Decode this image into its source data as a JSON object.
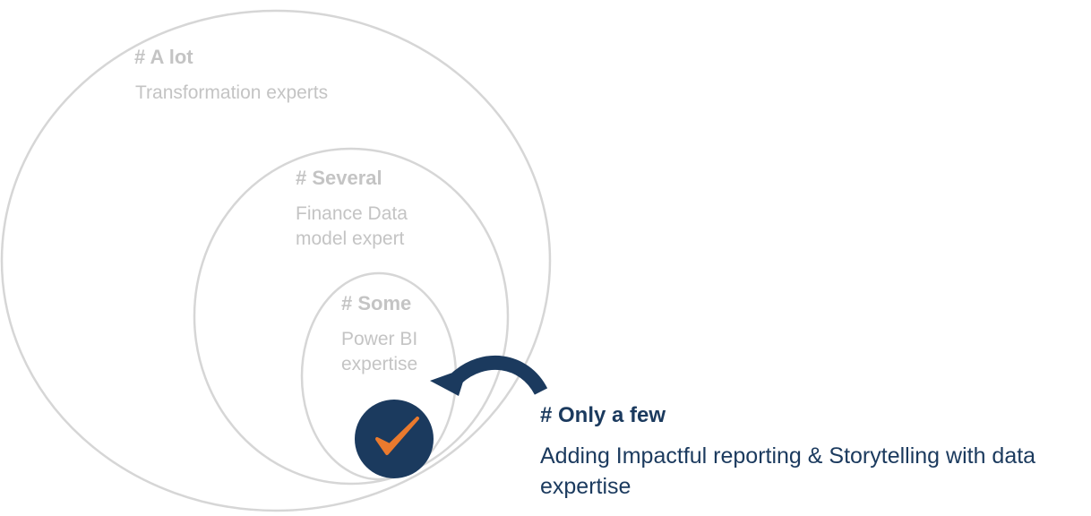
{
  "rings": [
    {
      "heading": "# A lot",
      "desc": "Transformation experts"
    },
    {
      "heading": "# Several",
      "desc": "Finance Data model expert"
    },
    {
      "heading": "# Some",
      "desc": "Power BI expertise"
    }
  ],
  "highlight": {
    "heading": "# Only a few",
    "desc": "Adding Impactful reporting & Storytelling with data expertise"
  },
  "colors": {
    "ring": "#d6d6d6",
    "text_gray": "#c4c4c4",
    "navy": "#1b3a5e",
    "check": "#ea7a2e"
  }
}
